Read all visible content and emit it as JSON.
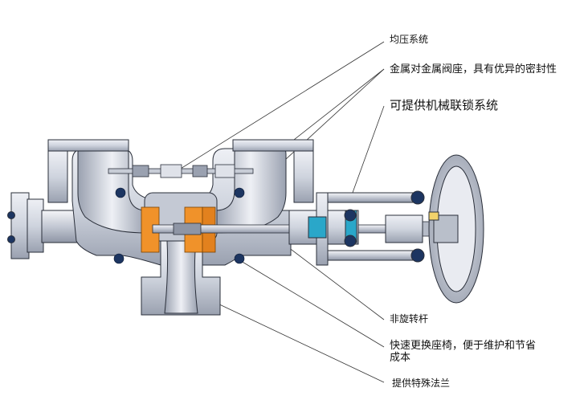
{
  "labels": {
    "uniform_pressure": "均压系统",
    "metal_seat": "金属对金属阀座，具有优异的密封性",
    "interlock": "可提供机械联锁系统",
    "non_rotating_stem": "非旋转杆",
    "quick_seat_line1": "快速更换座椅，便于维护和节省",
    "quick_seat_line2": "成本",
    "special_flange": "提供特殊法兰"
  },
  "colors": {
    "body": "#d9dde6",
    "body_shade": "#a9afbd",
    "outline": "#2a2f3a",
    "seat_orange": "#f0922a",
    "bolt_navy": "#1c3561",
    "accent_teal": "#2aa7c9",
    "handwheel": "#c9ced9"
  }
}
